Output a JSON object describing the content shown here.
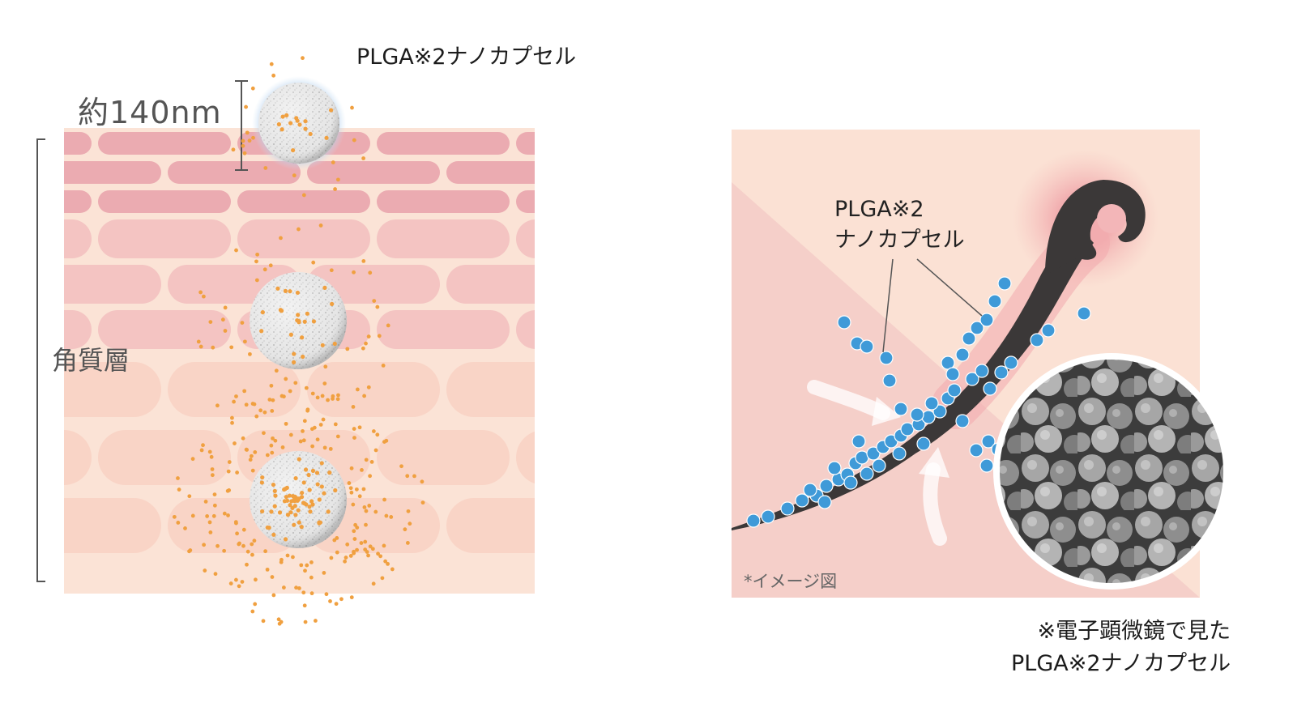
{
  "left_panel": {
    "title": "PLGA※2ナノカプセル",
    "size_label": "約140nm",
    "layer_label": "角質層"
  },
  "right_panel": {
    "capsule_label_line1": "PLGA※2",
    "capsule_label_line2": "ナノカプセル",
    "image_note": "*イメージ図",
    "caption_line1": "※電子顕微鏡で見た",
    "caption_line2": "PLGA※2ナノカプセル"
  },
  "colors": {
    "skin_light": "#fbe3d6",
    "skin_cell_dark": "#ebabb1",
    "skin_cell_mid": "#f4c4c2",
    "skin_cell_light": "#f9d4c6",
    "capsule_blue": "#3f9ad8",
    "particle_orange": "#f0a040",
    "hair_dark": "#3b3838",
    "right_background": "#f7d5cb"
  }
}
